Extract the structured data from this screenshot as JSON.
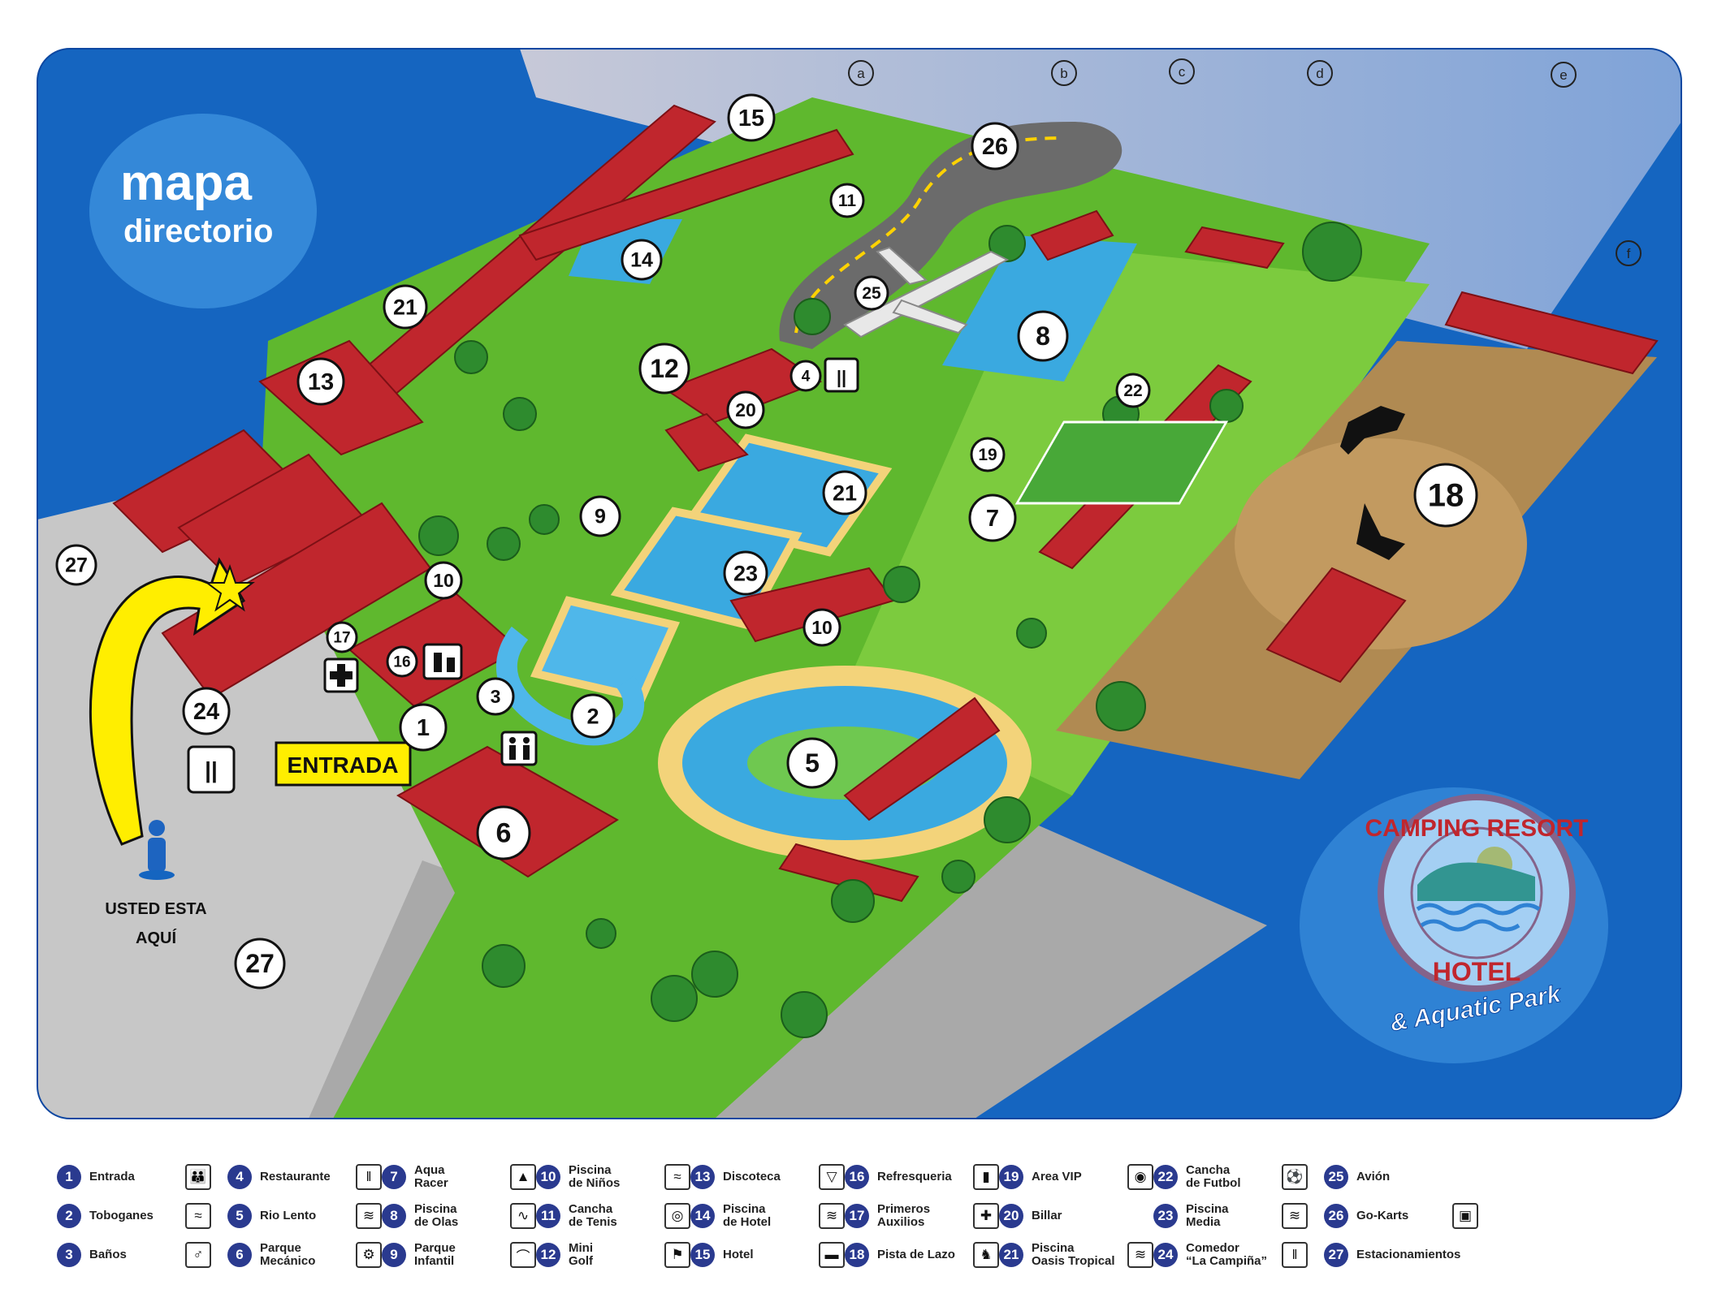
{
  "map_title": {
    "line1": "mapa",
    "line2": "directorio"
  },
  "grid_letters": [
    "a",
    "b",
    "c",
    "d",
    "e",
    "f"
  ],
  "entrance_label": "ENTRADA",
  "you_are_here": {
    "line1": "USTED ESTA",
    "line2": "AQUÍ"
  },
  "logo": {
    "arc_top": "CAMPING RESORT",
    "arc_bottom": "HOTEL",
    "tagline": "& Aquatic Park"
  },
  "markers": [
    "1",
    "2",
    "3",
    "4",
    "5",
    "6",
    "7",
    "8",
    "9",
    "10",
    "10",
    "11",
    "12",
    "13",
    "14",
    "15",
    "16",
    "17",
    "18",
    "19",
    "20",
    "21",
    "21",
    "22",
    "23",
    "24",
    "25",
    "26",
    "27",
    "27"
  ],
  "legend": [
    {
      "num": "1",
      "label": "Entrada",
      "icon": "people-icon"
    },
    {
      "num": "2",
      "label": "Toboganes",
      "icon": "slide-icon"
    },
    {
      "num": "3",
      "label": "Baños",
      "icon": "restroom-icon"
    },
    {
      "num": "4",
      "label": "Restaurante",
      "icon": "fork-knife-icon"
    },
    {
      "num": "5",
      "label": "Rio Lento",
      "icon": "swimmer-icon"
    },
    {
      "num": "6",
      "label": "Parque\nMecánico",
      "icon": "gear-icon"
    },
    {
      "num": "7",
      "label": "Aqua\nRacer",
      "icon": "aqua-racer-logo"
    },
    {
      "num": "8",
      "label": "Piscina\nde Olas",
      "icon": "wave-icon"
    },
    {
      "num": "9",
      "label": "Parque\nInfantil",
      "icon": "playground-icon"
    },
    {
      "num": "10",
      "label": "Piscina\nde Niños",
      "icon": "kids-pool-icon"
    },
    {
      "num": "11",
      "label": "Cancha\nde Tenis",
      "icon": "tennis-icon"
    },
    {
      "num": "12",
      "label": "Mini\nGolf",
      "icon": "golf-icon"
    },
    {
      "num": "13",
      "label": "Discoteca",
      "icon": "cocktail-icon"
    },
    {
      "num": "14",
      "label": "Piscina\nde Hotel",
      "icon": "swimmer-icon"
    },
    {
      "num": "15",
      "label": "Hotel",
      "icon": "bed-icon"
    },
    {
      "num": "16",
      "label": "Refresqueria",
      "icon": "drink-icon"
    },
    {
      "num": "17",
      "label": "Primeros\nAuxilios",
      "icon": "first-aid-icon"
    },
    {
      "num": "18",
      "label": "Pista de Lazo",
      "icon": "horse-icon"
    },
    {
      "num": "19",
      "label": "Area VIP",
      "icon": "person-icon"
    },
    {
      "num": "20",
      "label": "Billar",
      "icon": ""
    },
    {
      "num": "21",
      "label": "Piscina\nOasis Tropical",
      "icon": "swimmer-icon"
    },
    {
      "num": "22",
      "label": "Cancha\nde Futbol",
      "icon": "soccer-icon"
    },
    {
      "num": "23",
      "label": "Piscina\nMedia",
      "icon": "swimmer-icon"
    },
    {
      "num": "24",
      "label": "Comedor\n“La Campiña”",
      "icon": "fork-knife-icon"
    },
    {
      "num": "25",
      "label": "Avión",
      "icon": ""
    },
    {
      "num": "26",
      "label": "Go-Karts",
      "icon": "go-kart-icon"
    },
    {
      "num": "27",
      "label": "Estacionamientos",
      "icon": ""
    }
  ],
  "colors": {
    "sea": "#1565c0",
    "grass": "#5fb82e",
    "roof": "#c0262d",
    "wall": "#f1e2a8",
    "road": "#b8b8b8",
    "arena": "#b08a52",
    "pool": "#3aa9e0",
    "yellow_arrow": "#ffee00",
    "legend_num": "#2a3a8f"
  }
}
